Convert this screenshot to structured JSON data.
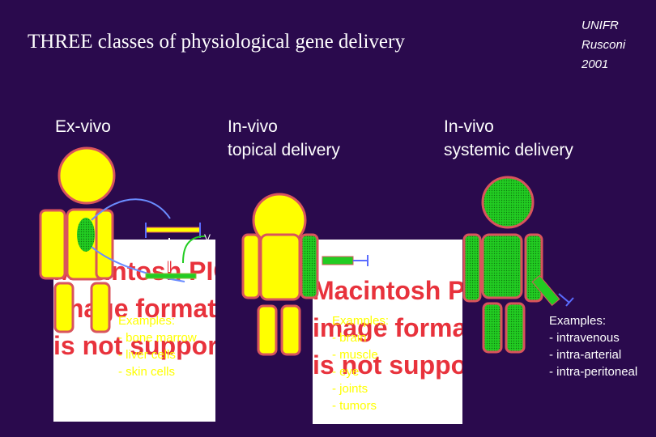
{
  "title": "THREE classes of physiological gene delivery",
  "credit": {
    "line1": "UNIFR",
    "line2": "Rusconi",
    "line3": "2001"
  },
  "columns": [
    {
      "line1": "Ex-vivo",
      "line2": ""
    },
    {
      "line1": "In-vivo",
      "line2": "topical delivery"
    },
    {
      "line1": "In-vivo",
      "line2": "systemic delivery"
    }
  ],
  "pict_placeholder": {
    "line1": "Macintosh PICT",
    "line2": "image format",
    "line3": "is not supported"
  },
  "examples": [
    {
      "heading": "Examples:",
      "items": [
        "- bone marrow",
        "- liver cells",
        "- skin cells"
      ]
    },
    {
      "heading": "Examples:",
      "items": [
        "- brain",
        "- muscle",
        "- eye",
        "- joints",
        "- tumors"
      ]
    },
    {
      "heading": "Examples:",
      "items": [
        "- intravenous",
        "- intra-arterial",
        "- intra-peritoneal"
      ]
    }
  ],
  "diagram_label_v": "V",
  "colors": {
    "background": "#2a0a4d",
    "figure_yellow": "#ffff00",
    "figure_outline": "#d9545c",
    "figure_green": "#22cc22",
    "pict_text": "#e8323c"
  }
}
